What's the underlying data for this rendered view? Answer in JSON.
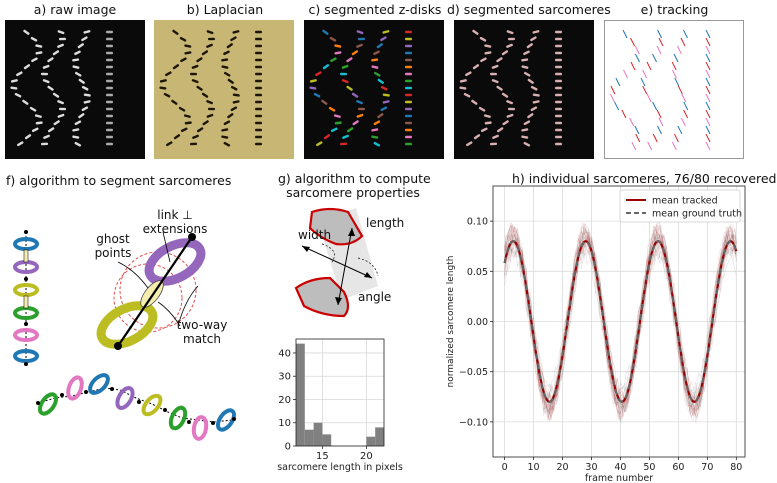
{
  "panels": {
    "a": "a) raw image",
    "b": "b) Laplacian",
    "c": "c) segmented z-disks",
    "d": "d) segmented sarcomeres",
    "e": "e) tracking",
    "f": "f) algorithm to segment sarcomeres",
    "g_line1": "g) algorithm to compute",
    "g_line2": "sarcomere properties",
    "h": "h) individual sarcomeres, 76/80 recovered"
  },
  "diagram_f": {
    "link_line1": "link ⊥",
    "link_line2": "extensions",
    "ghost_line1": "ghost",
    "ghost_line2": "points",
    "twoway_line1": "two-way",
    "twoway_line2": "match"
  },
  "diagram_g": {
    "width": "width",
    "length": "length",
    "angle": "angle"
  },
  "colors": {
    "blue": "#1f77b4",
    "purple": "#9467bd",
    "olive": "#bcbd22",
    "green": "#2ca02c",
    "pink": "#e377c2",
    "red": "#cc0000",
    "gray": "#808080"
  },
  "chart_data": [
    {
      "type": "bar",
      "categories": [
        "12.5",
        "13.5",
        "14.5",
        "15.5",
        "16.5",
        "17.5",
        "18.5",
        "19.5",
        "20.5",
        "21.5"
      ],
      "values": [
        44,
        7,
        10,
        5,
        0,
        0,
        0,
        0,
        4,
        8
      ],
      "xlabel": "sarcomere length in pixels",
      "ylabel": "",
      "xticks": [
        15,
        20
      ],
      "yticks": [
        0,
        10,
        20,
        30,
        40
      ],
      "xlim": [
        12,
        22
      ],
      "ylim": [
        0,
        46
      ],
      "grid": true
    },
    {
      "type": "line",
      "title": "h) individual sarcomeres, 76/80 recovered",
      "xlabel": "frame number",
      "ylabel": "normalized sarcomere length",
      "xlim": [
        -4,
        83
      ],
      "ylim": [
        -0.135,
        0.135
      ],
      "xticks": [
        0,
        10,
        20,
        30,
        40,
        50,
        60,
        70,
        80
      ],
      "yticks": [
        -0.1,
        -0.05,
        0.0,
        0.05,
        0.1
      ],
      "ytick_labels": [
        "−0.10",
        "−0.05",
        "0.00",
        "0.05",
        "0.10"
      ],
      "grid": true,
      "legend_position": "top-right",
      "series": [
        {
          "name": "mean tracked",
          "color": "#990000",
          "style": "solid",
          "amplitude": 0.08,
          "period": 25,
          "peak_at": 3,
          "x_start": 0,
          "x_end": 80
        },
        {
          "name": "mean ground truth",
          "color": "#666666",
          "style": "dashed",
          "amplitude": 0.08,
          "period": 25,
          "peak_at": 3,
          "x_start": 0,
          "x_end": 80
        }
      ]
    }
  ]
}
